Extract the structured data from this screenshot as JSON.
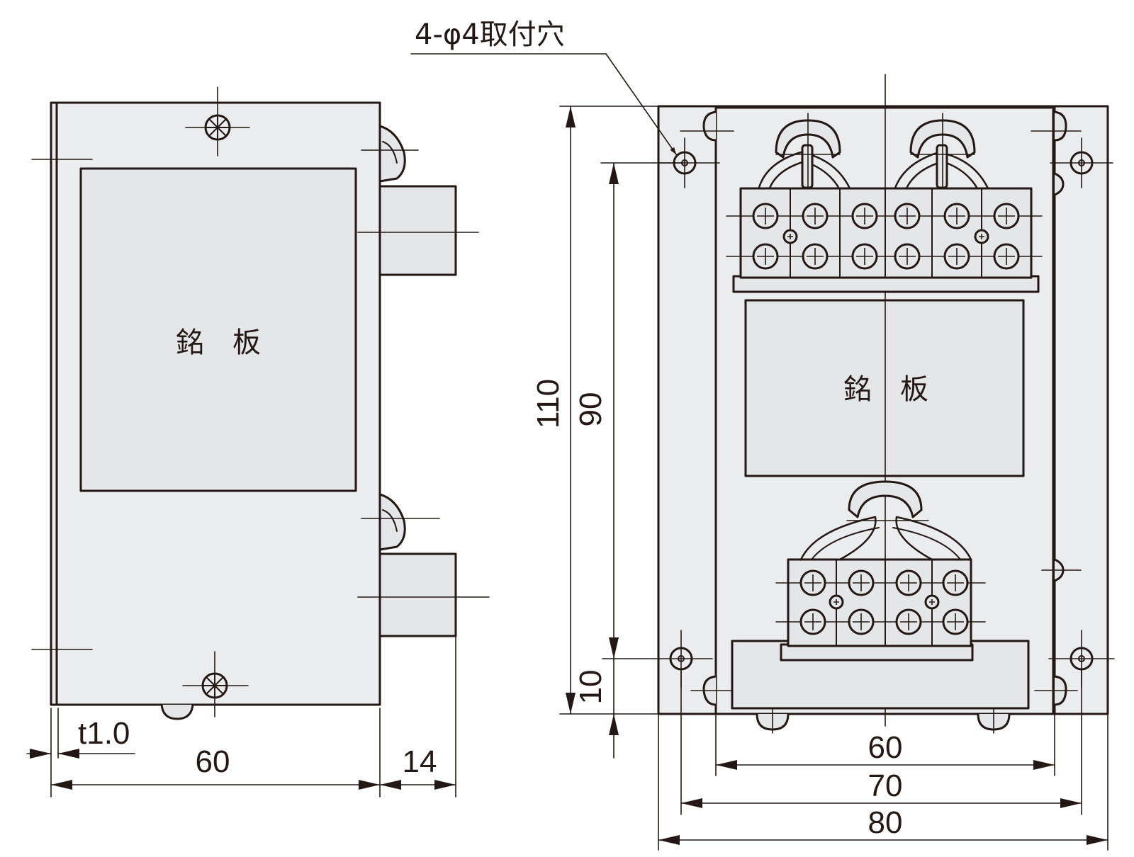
{
  "side_view": {
    "nameplate_label": "銘　板",
    "thickness_label": "t1.0",
    "width_label": "60",
    "terminal_depth_label": "14"
  },
  "front_view": {
    "nameplate_label": "銘　板",
    "mounting_hole_label": "4-φ4取付穴",
    "height_total_label": "110",
    "hole_pitch_vertical_label": "90",
    "bottom_offset_label": "10",
    "width_inner_label": "60",
    "hole_pitch_horizontal_label": "70",
    "width_total_label": "80"
  },
  "colors": {
    "line": "#231815",
    "body_fill": "#ebeced",
    "part_fill": "#e4e6e7"
  }
}
